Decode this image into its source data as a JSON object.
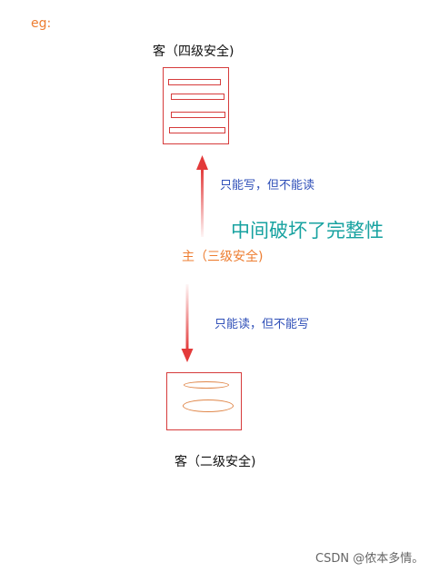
{
  "example_label": "eg:",
  "top_object": {
    "title": "客（四级安全)"
  },
  "subject": {
    "label": "主（三级安全)"
  },
  "bottom_object": {
    "title": "客（二级安全)"
  },
  "arrows": {
    "up_note": "只能写，但不能读",
    "down_note": "只能读，但不能写",
    "color": "#e33a3a"
  },
  "highlight": {
    "text": "中间破坏了完整性",
    "color": "#17a2a0"
  },
  "watermark": "CSDN @侬本多情。",
  "colors": {
    "box_border": "#d63b3b",
    "subject_text": "#ed7d31",
    "note_text": "#2f4fb8"
  }
}
